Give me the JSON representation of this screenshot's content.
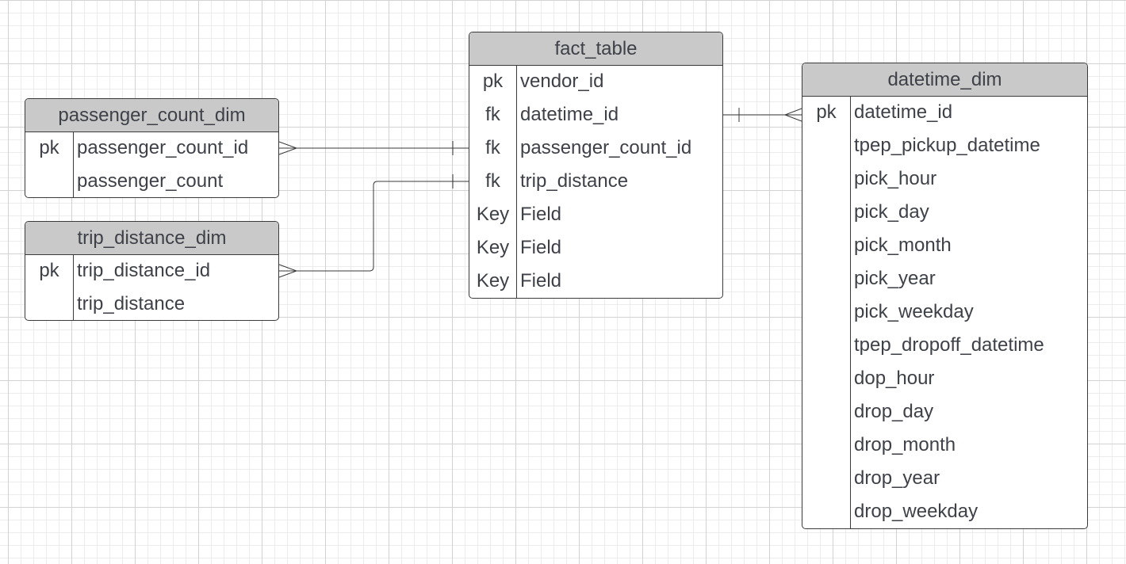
{
  "entities": {
    "passenger_count_dim": {
      "title": "passenger_count_dim",
      "rows": [
        {
          "key": "pk",
          "field": "passenger_count_id"
        },
        {
          "key": "",
          "field": "passenger_count"
        }
      ]
    },
    "trip_distance_dim": {
      "title": "trip_distance_dim",
      "rows": [
        {
          "key": "pk",
          "field": "trip_distance_id"
        },
        {
          "key": "",
          "field": "trip_distance"
        }
      ]
    },
    "fact_table": {
      "title": "fact_table",
      "rows": [
        {
          "key": "pk",
          "field": "vendor_id"
        },
        {
          "key": "fk",
          "field": "datetime_id"
        },
        {
          "key": "fk",
          "field": "passenger_count_id"
        },
        {
          "key": "fk",
          "field": "trip_distance"
        },
        {
          "key": "Key",
          "field": "Field"
        },
        {
          "key": "Key",
          "field": "Field"
        },
        {
          "key": "Key",
          "field": "Field"
        }
      ]
    },
    "datetime_dim": {
      "title": "datetime_dim",
      "rows": [
        {
          "key": "pk",
          "field": "datetime_id"
        },
        {
          "key": "",
          "field": "tpep_pickup_datetime"
        },
        {
          "key": "",
          "field": "pick_hour"
        },
        {
          "key": "",
          "field": "pick_day"
        },
        {
          "key": "",
          "field": "pick_month"
        },
        {
          "key": "",
          "field": "pick_year"
        },
        {
          "key": "",
          "field": "pick_weekday"
        },
        {
          "key": "",
          "field": "tpep_dropoff_datetime"
        },
        {
          "key": "",
          "field": "dop_hour"
        },
        {
          "key": "",
          "field": "drop_day"
        },
        {
          "key": "",
          "field": "drop_month"
        },
        {
          "key": "",
          "field": "drop_year"
        },
        {
          "key": "",
          "field": "drop_weekday"
        }
      ]
    }
  },
  "relationships": [
    {
      "from": "passenger_count_dim.passenger_count_id",
      "to": "fact_table.passenger_count_id",
      "from_end": "many",
      "to_end": "one"
    },
    {
      "from": "trip_distance_dim.trip_distance_id",
      "to": "fact_table.trip_distance",
      "from_end": "many",
      "to_end": "one"
    },
    {
      "from": "fact_table.datetime_id",
      "to": "datetime_dim.datetime_id",
      "from_end": "one",
      "to_end": "many"
    }
  ]
}
